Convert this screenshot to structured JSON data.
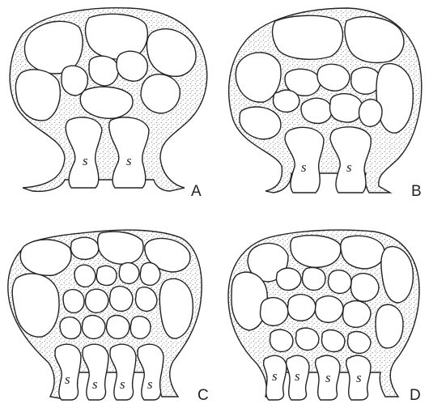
{
  "panels": [
    {
      "letter": "A",
      "stalk_labels": [
        "s",
        "s"
      ]
    },
    {
      "letter": "B",
      "stalk_labels": [
        "s",
        "s"
      ]
    },
    {
      "letter": "C",
      "stalk_labels": [
        "s",
        "s",
        "s",
        "s"
      ]
    },
    {
      "letter": "D",
      "stalk_labels": [
        "s",
        "s",
        "s",
        "s"
      ]
    }
  ]
}
